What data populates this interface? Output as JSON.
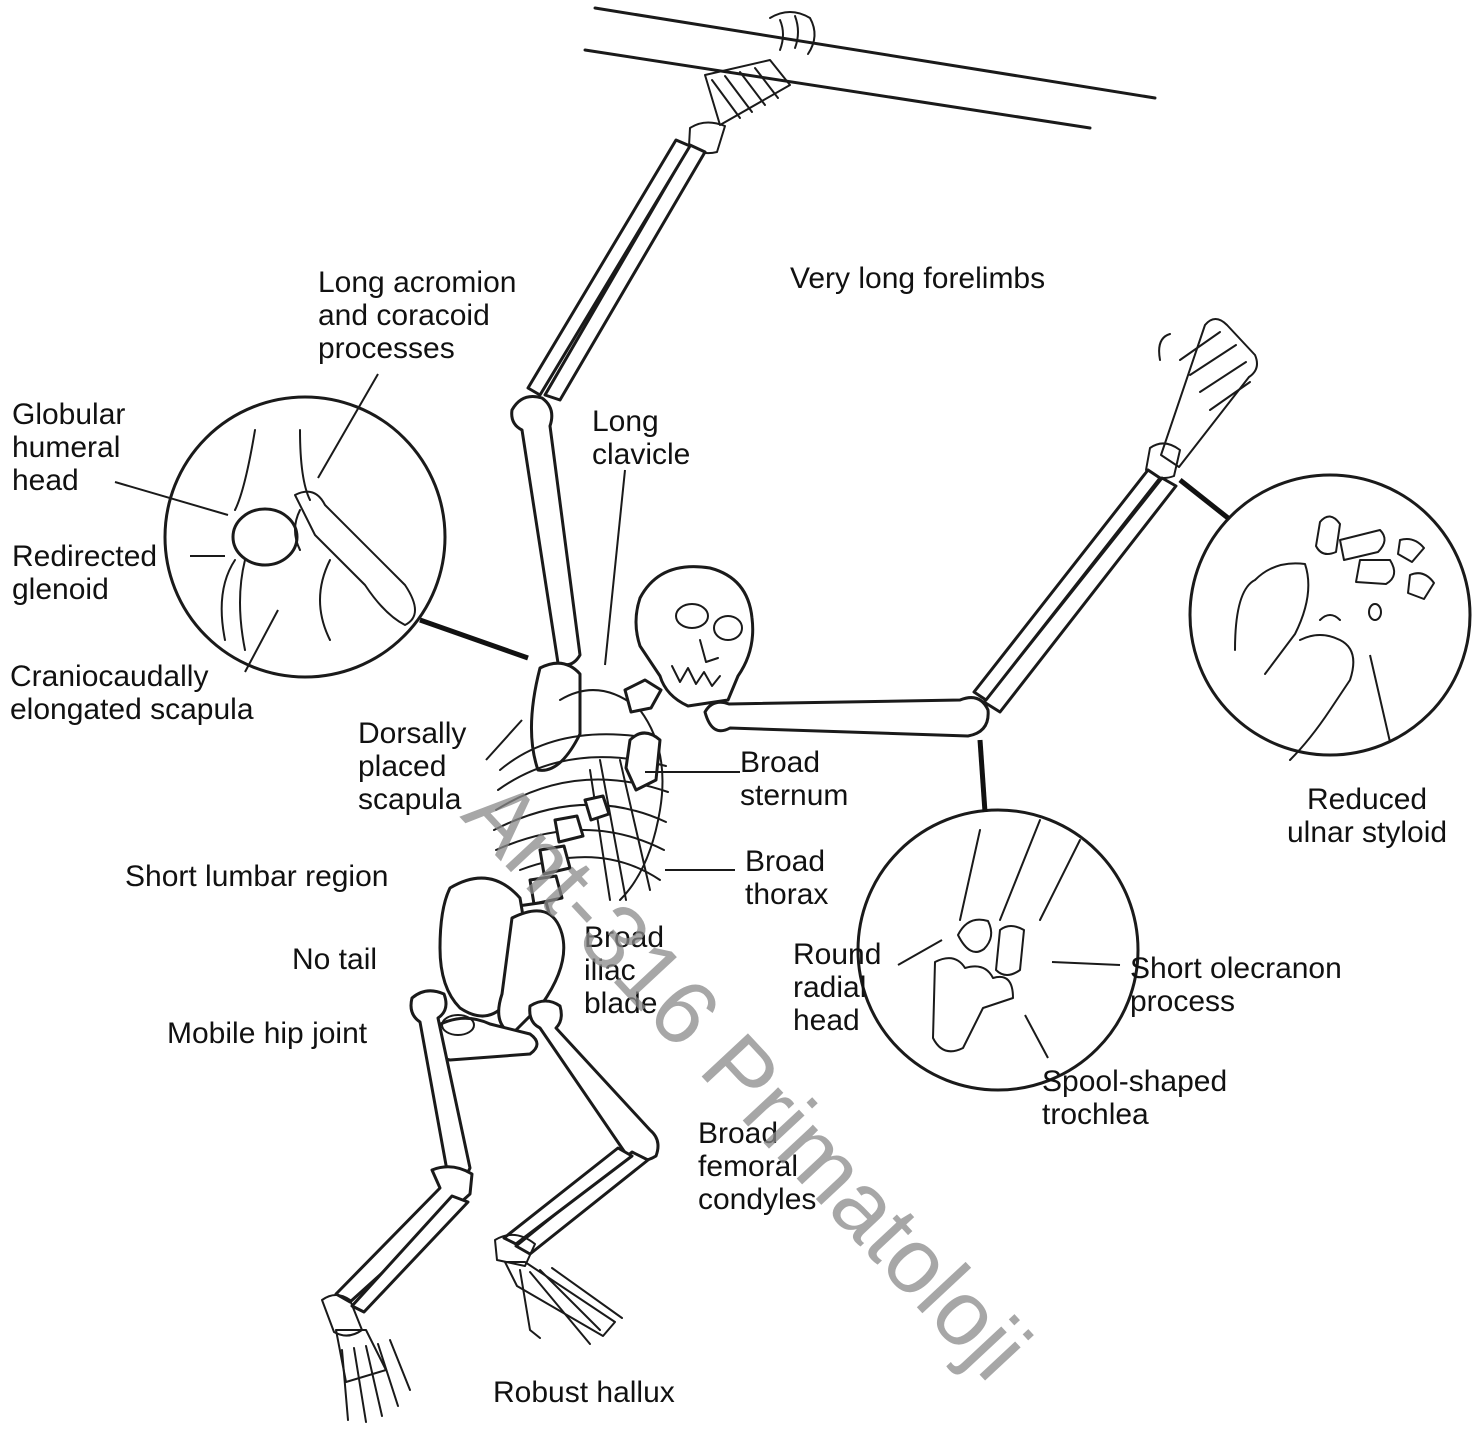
{
  "labels": {
    "acromion": "Long acromion\nand coracoid\nprocesses",
    "forelimbs": "Very long forelimbs",
    "humeral_head": "Globular\nhumeral\nhead",
    "clavicle": "Long\nclavicle",
    "glenoid": "Redirected\nglenoid",
    "scapula_elong": "Craniocaudally\nelongated scapula",
    "scapula_dorsal": "Dorsally\nplaced\nscapula",
    "sternum": "Broad\nsternum",
    "ulnar_styloid": "Reduced\nulnar styloid",
    "lumbar": "Short lumbar region",
    "thorax": "Broad\nthorax",
    "tail": "No tail",
    "iliac": "Broad\niliac\nblade",
    "radial_head": "Round\nradial\nhead",
    "olecranon": "Short olecranon\nprocess",
    "hip": "Mobile hip joint",
    "trochlea": "Spool-shaped\ntrochlea",
    "condyles": "Broad\nfemoral\ncondyles",
    "hallux": "Robust hallux"
  },
  "watermark": "Ant-316 Primatoloji",
  "colors": {
    "ink": "#1a1a1a",
    "background": "#ffffff",
    "watermark": "#8a8a8a"
  }
}
